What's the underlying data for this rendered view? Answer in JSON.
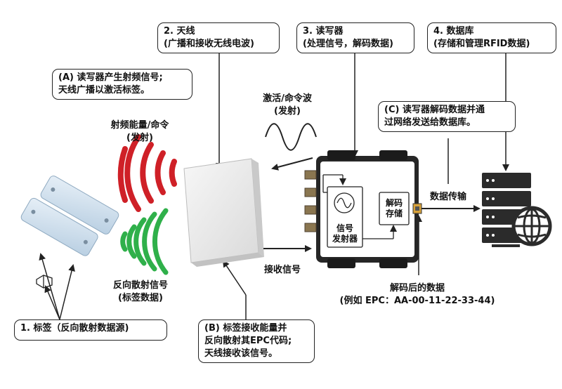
{
  "boxes": {
    "antenna_title": [
      "2. 天线",
      "(广播和接收无线电波)"
    ],
    "reader_title": [
      "3. 读写器",
      "(处理信号，解码数据)"
    ],
    "database_title": [
      "4. 数据库",
      "(存储和管理RFID数据)"
    ],
    "step_a": [
      "(A) 读写器产生射频信号;",
      "天线广播以激活标签。"
    ],
    "step_c": [
      "(C) 读写器解码数据并通",
      "过网络发送给数据库。"
    ],
    "tag_title": [
      "1. 标签（反向散射数据源)"
    ],
    "step_b": [
      "(B) 标签接收能量并",
      "反向散射其EPC代码;",
      "天线接收该信号。"
    ]
  },
  "labels": {
    "rf_energy": [
      "射频能量/命令",
      "(发射)"
    ],
    "backscatter": [
      "反向散射信号",
      "(标签数据)"
    ],
    "activation_wave": [
      "激活/命令波",
      "(发射)"
    ],
    "receive_signal": [
      "接收信号"
    ],
    "data_transfer": [
      "数据传输"
    ],
    "decoded_data": [
      "解码后的数据",
      "(例如 EPC：AA-00-11-22-33-44)"
    ],
    "decode_store": [
      "解码",
      "存储"
    ],
    "signal_transmitter": [
      "信号",
      "发射器"
    ]
  },
  "colors": {
    "rf_red": "#cf2027",
    "backscatter_green": "#2fb04a",
    "line": "#222222",
    "reader_body": "#262626",
    "antenna_face": "#eeeeee",
    "tag_color": "#c9dbea"
  },
  "icons": [
    "rfid-tag-icon",
    "antenna-panel-icon",
    "rfid-reader-icon",
    "server-rack-icon",
    "globe-icon",
    "sine-wave-icon",
    "ethernet-port-icon",
    "sensor-tag-icon"
  ]
}
